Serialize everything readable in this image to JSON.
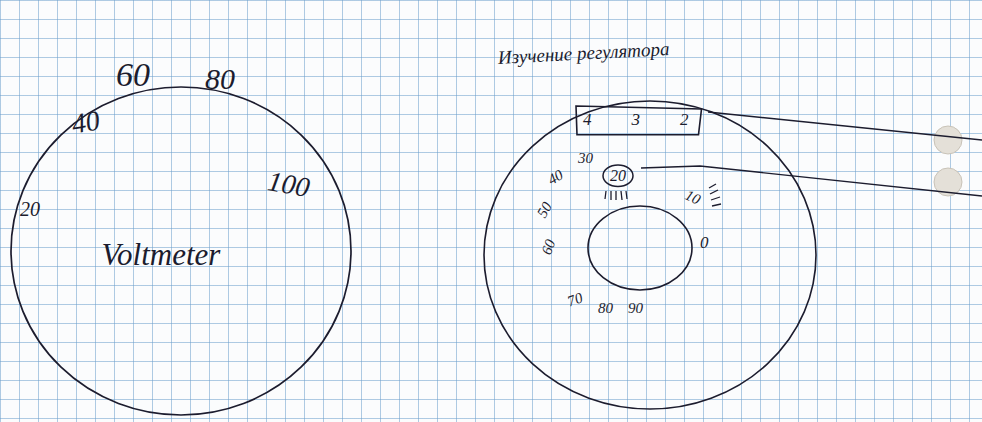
{
  "diagram": {
    "nodes": [
      {
        "text": [
          "Voltmeter"
        ]
      },
      {
        "text": [
          "4",
          "3",
          "2"
        ]
      },
      {
        "text": [
          "20"
        ]
      }
    ],
    "labels": [
      "Изучение регулятора",
      "20",
      "40",
      "60",
      "80",
      "100",
      "30",
      "40",
      "50",
      "60",
      "70",
      "80",
      "90",
      "10",
      "0"
    ]
  }
}
